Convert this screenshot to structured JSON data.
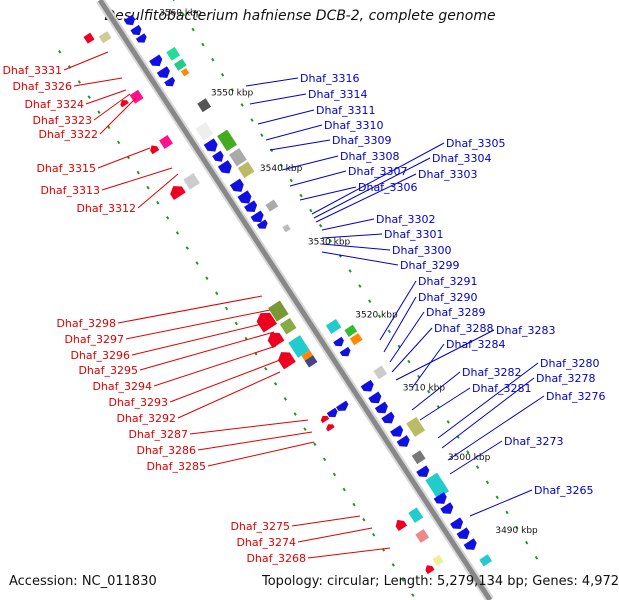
{
  "title": "Desulfitobacterium hafniense DCB-2, complete genome",
  "accession_text": "Accession: NC_011830",
  "topology_text": "Topology: circular; Length: 5,279,134 bp; Genes: 4,972",
  "colors": {
    "backbone": "#888888",
    "forward_label": "#0000cc",
    "reverse_label": "#e00000",
    "forward_gene": "#1010e0",
    "reverse_gene": "#ee0022",
    "tick": "#229922"
  },
  "scale_labels": [
    "3560 kbp",
    "3550 kbp",
    "3540 kbp",
    "3530 kbp",
    "3520 kbp",
    "3510 kbp",
    "3500 kbp",
    "3490 kbp"
  ],
  "left_labels": [
    "Dhaf_3331",
    "Dhaf_3326",
    "Dhaf_3324",
    "Dhaf_3323",
    "Dhaf_3322",
    "Dhaf_3315",
    "Dhaf_3313",
    "Dhaf_3312",
    "Dhaf_3298",
    "Dhaf_3297",
    "Dhaf_3296",
    "Dhaf_3295",
    "Dhaf_3294",
    "Dhaf_3293",
    "Dhaf_3292",
    "Dhaf_3287",
    "Dhaf_3286",
    "Dhaf_3285",
    "Dhaf_3275",
    "Dhaf_3274",
    "Dhaf_3268"
  ],
  "right_labels": [
    "Dhaf_3316",
    "Dhaf_3314",
    "Dhaf_3311",
    "Dhaf_3310",
    "Dhaf_3309",
    "Dhaf_3308",
    "Dhaf_3307",
    "Dhaf_3306",
    "Dhaf_3305",
    "Dhaf_3304",
    "Dhaf_3303",
    "Dhaf_3302",
    "Dhaf_3301",
    "Dhaf_3300",
    "Dhaf_3299",
    "Dhaf_3291",
    "Dhaf_3290",
    "Dhaf_3289",
    "Dhaf_3288",
    "Dhaf_3283",
    "Dhaf_3284",
    "Dhaf_3282",
    "Dhaf_3281",
    "Dhaf_3280",
    "Dhaf_3278",
    "Dhaf_3276",
    "Dhaf_3273",
    "Dhaf_3265"
  ]
}
